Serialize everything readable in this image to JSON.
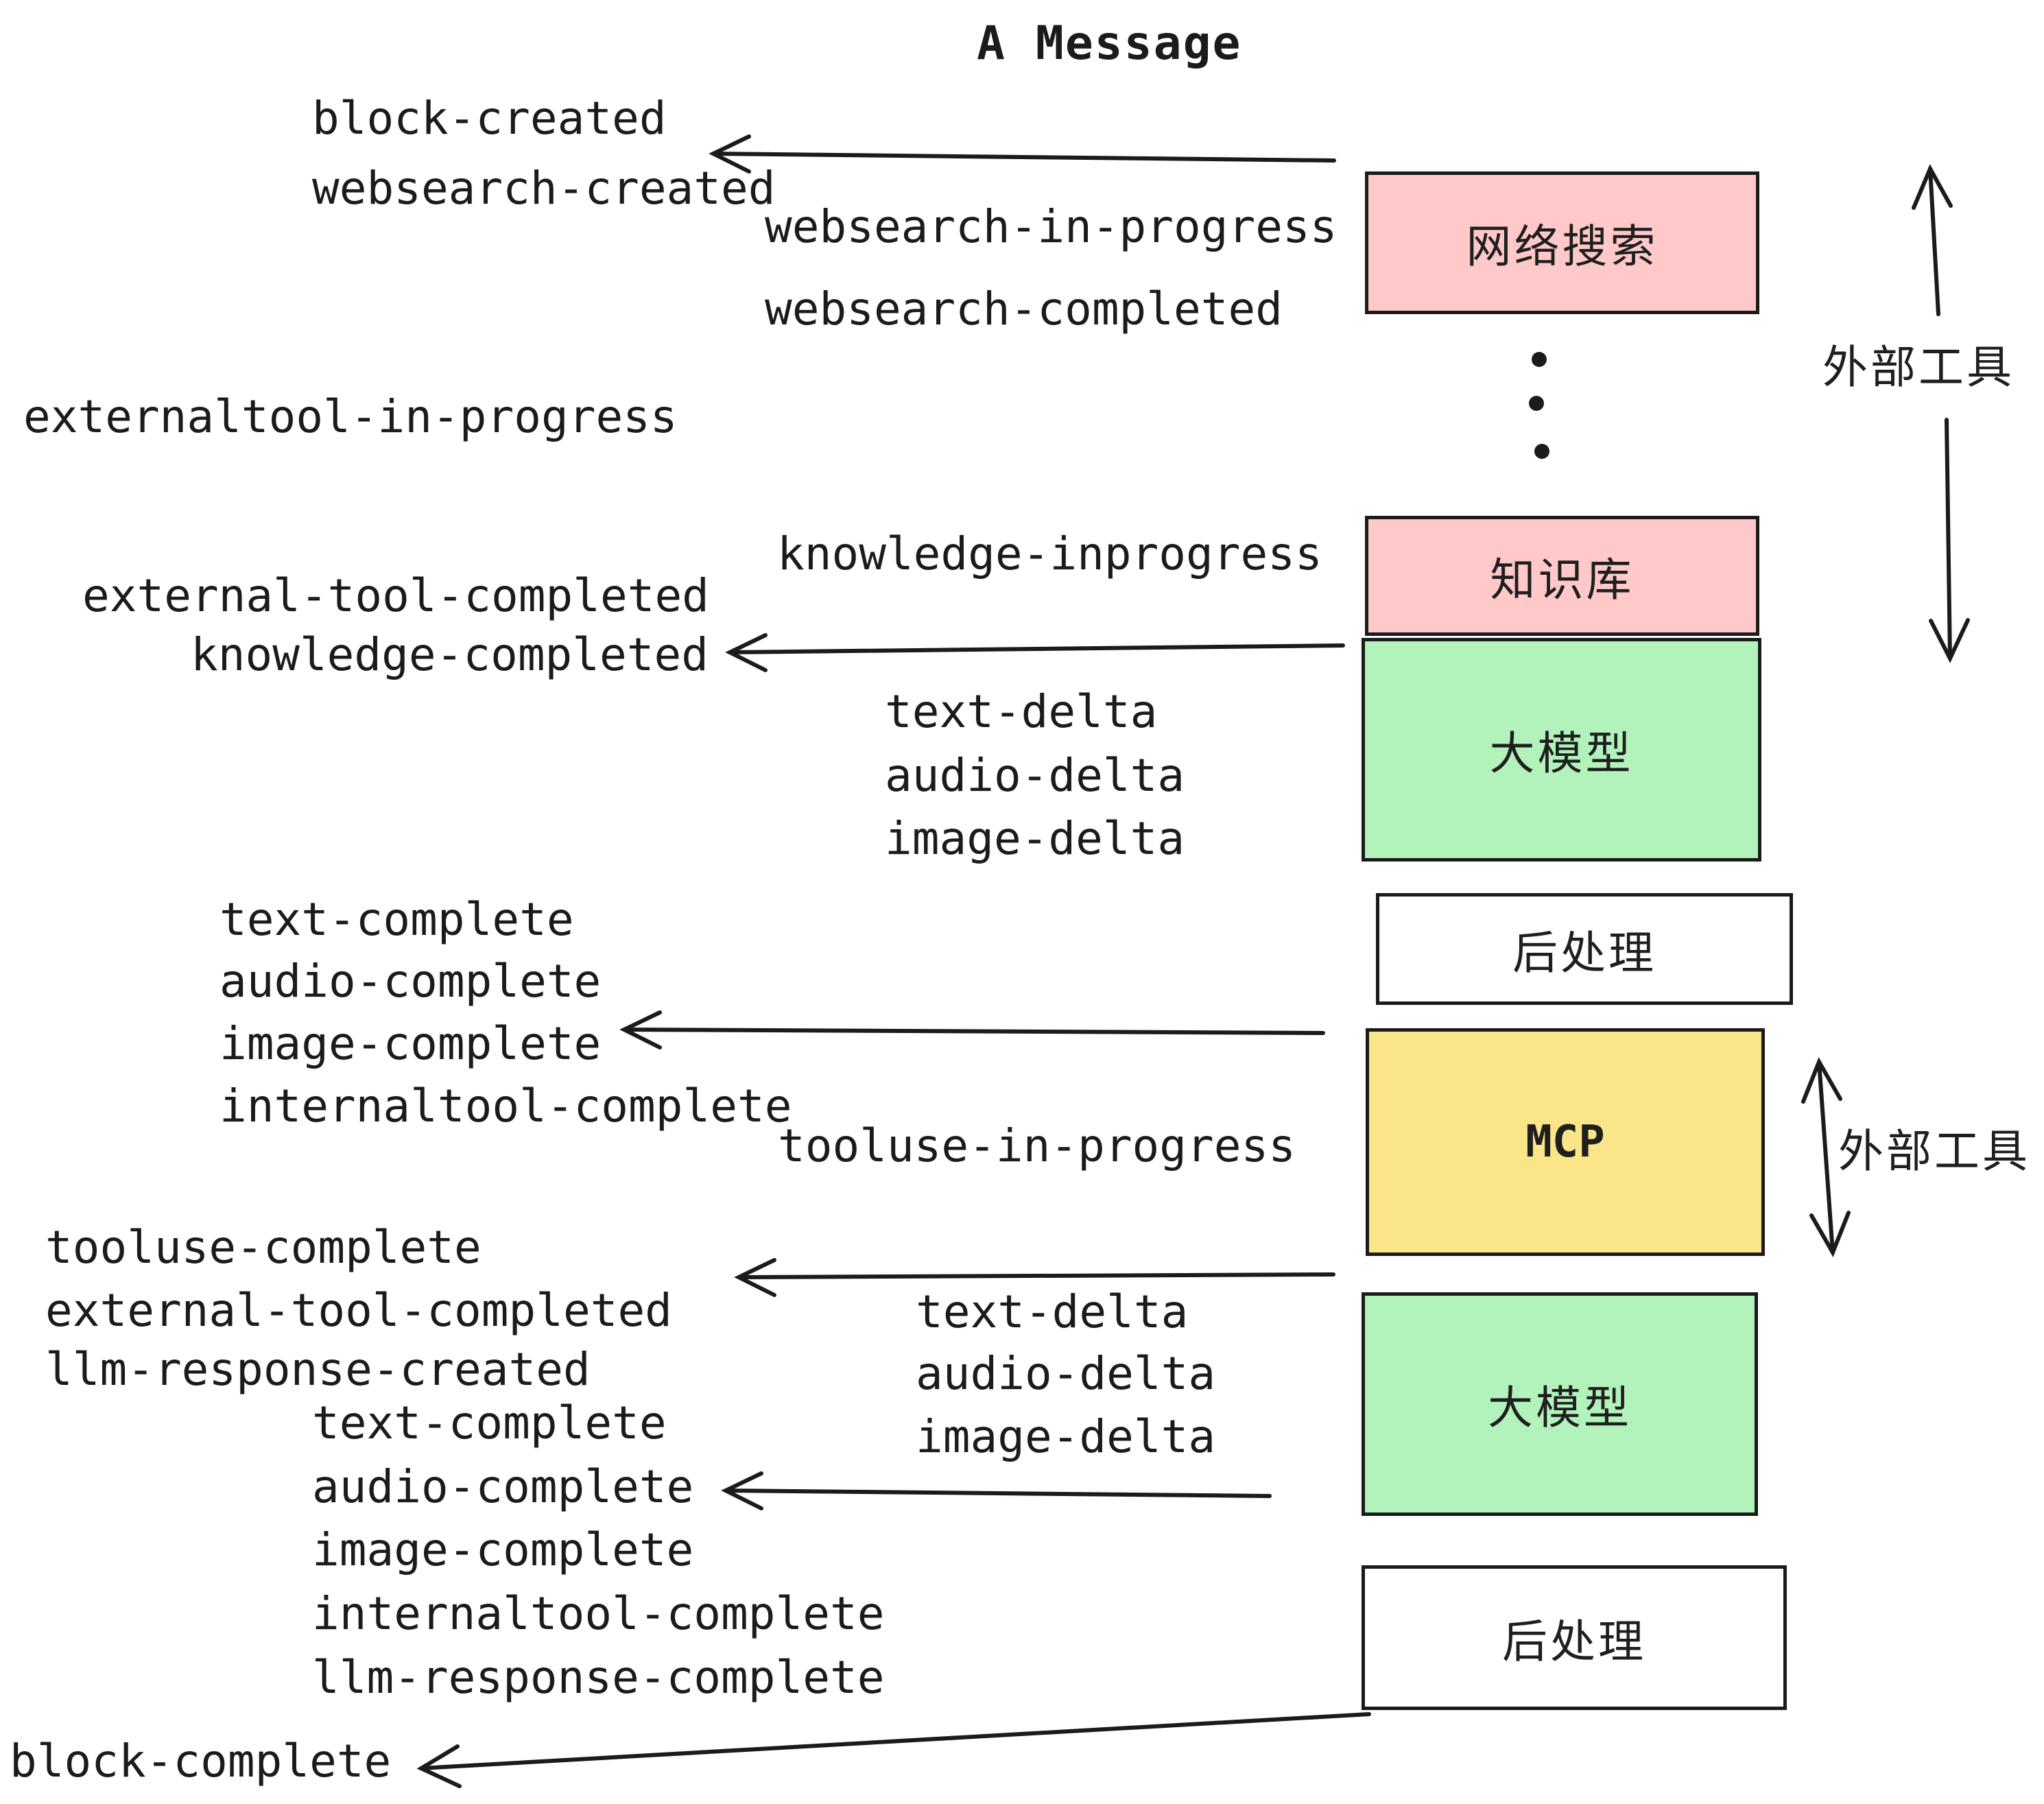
{
  "title": "A Message",
  "colors": {
    "box_pink": "#ffc9c9",
    "box_green": "#b2f2bb",
    "box_yellow": "#fae588",
    "box_white": "#ffffff",
    "ink": "#1b1b1b"
  },
  "boxes": [
    {
      "id": "websearch",
      "label": "网络搜索"
    },
    {
      "id": "knowledge",
      "label": "知识库"
    },
    {
      "id": "llm-1",
      "label": "大模型"
    },
    {
      "id": "post-1",
      "label": "后处理"
    },
    {
      "id": "mcp",
      "label": "MCP"
    },
    {
      "id": "llm-2",
      "label": "大模型"
    },
    {
      "id": "post-2",
      "label": "后处理"
    }
  ],
  "side_labels": [
    {
      "text": "外部工具"
    },
    {
      "text": "外部工具"
    }
  ],
  "events": [
    {
      "text": "block-created"
    },
    {
      "text": "websearch-created"
    },
    {
      "text": "websearch-in-progress"
    },
    {
      "text": "websearch-completed"
    },
    {
      "text": "externaltool-in-progress"
    },
    {
      "text": "knowledge-inprogress"
    },
    {
      "text": "external-tool-completed"
    },
    {
      "text": "knowledge-completed"
    },
    {
      "text": "text-delta"
    },
    {
      "text": "audio-delta"
    },
    {
      "text": "image-delta"
    },
    {
      "text": "text-complete"
    },
    {
      "text": "audio-complete"
    },
    {
      "text": "image-complete"
    },
    {
      "text": "internaltool-complete"
    },
    {
      "text": "tooluse-in-progress"
    },
    {
      "text": "tooluse-complete"
    },
    {
      "text": "external-tool-completed"
    },
    {
      "text": "llm-response-created"
    },
    {
      "text": "text-delta"
    },
    {
      "text": "audio-delta"
    },
    {
      "text": "image-delta"
    },
    {
      "text": "text-complete"
    },
    {
      "text": "audio-complete"
    },
    {
      "text": "image-complete"
    },
    {
      "text": "internaltool-complete"
    },
    {
      "text": "llm-response-complete"
    },
    {
      "text": "block-complete"
    }
  ]
}
